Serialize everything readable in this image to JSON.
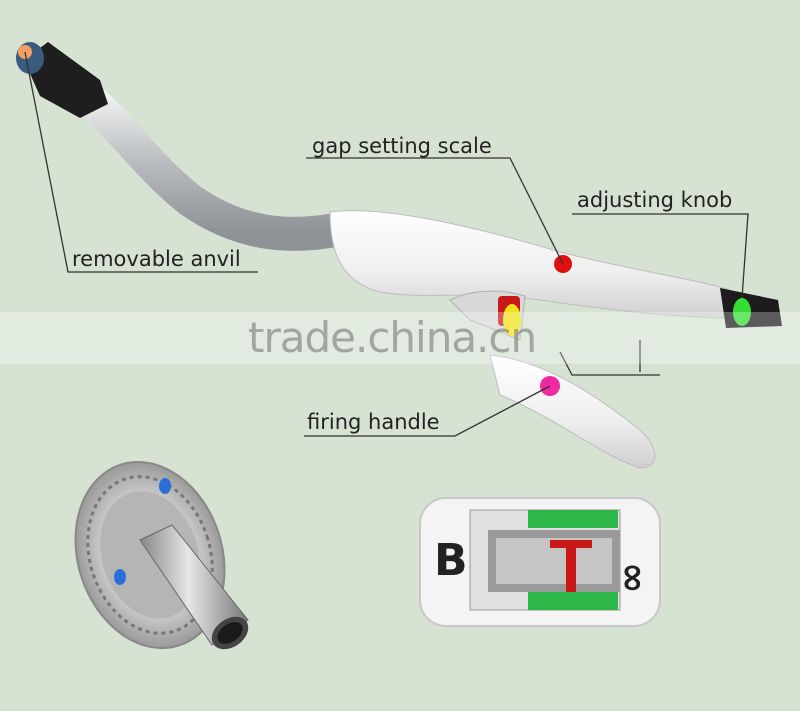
{
  "labels": {
    "removable_anvil": "removable anvil",
    "gap_setting_scale": "gap setting scale",
    "adjusting_knob": "adjusting knob",
    "firing_handle": "firing handle"
  },
  "watermark": "trade.china.cn",
  "colors": {
    "background": "#d6e3d3",
    "anvil_marker": "#f0a060",
    "gap_marker": "#e01010",
    "knob_marker": "#33dd33",
    "trigger_marker": "#f2e41a",
    "handle_marker": "#ee2aa0"
  }
}
